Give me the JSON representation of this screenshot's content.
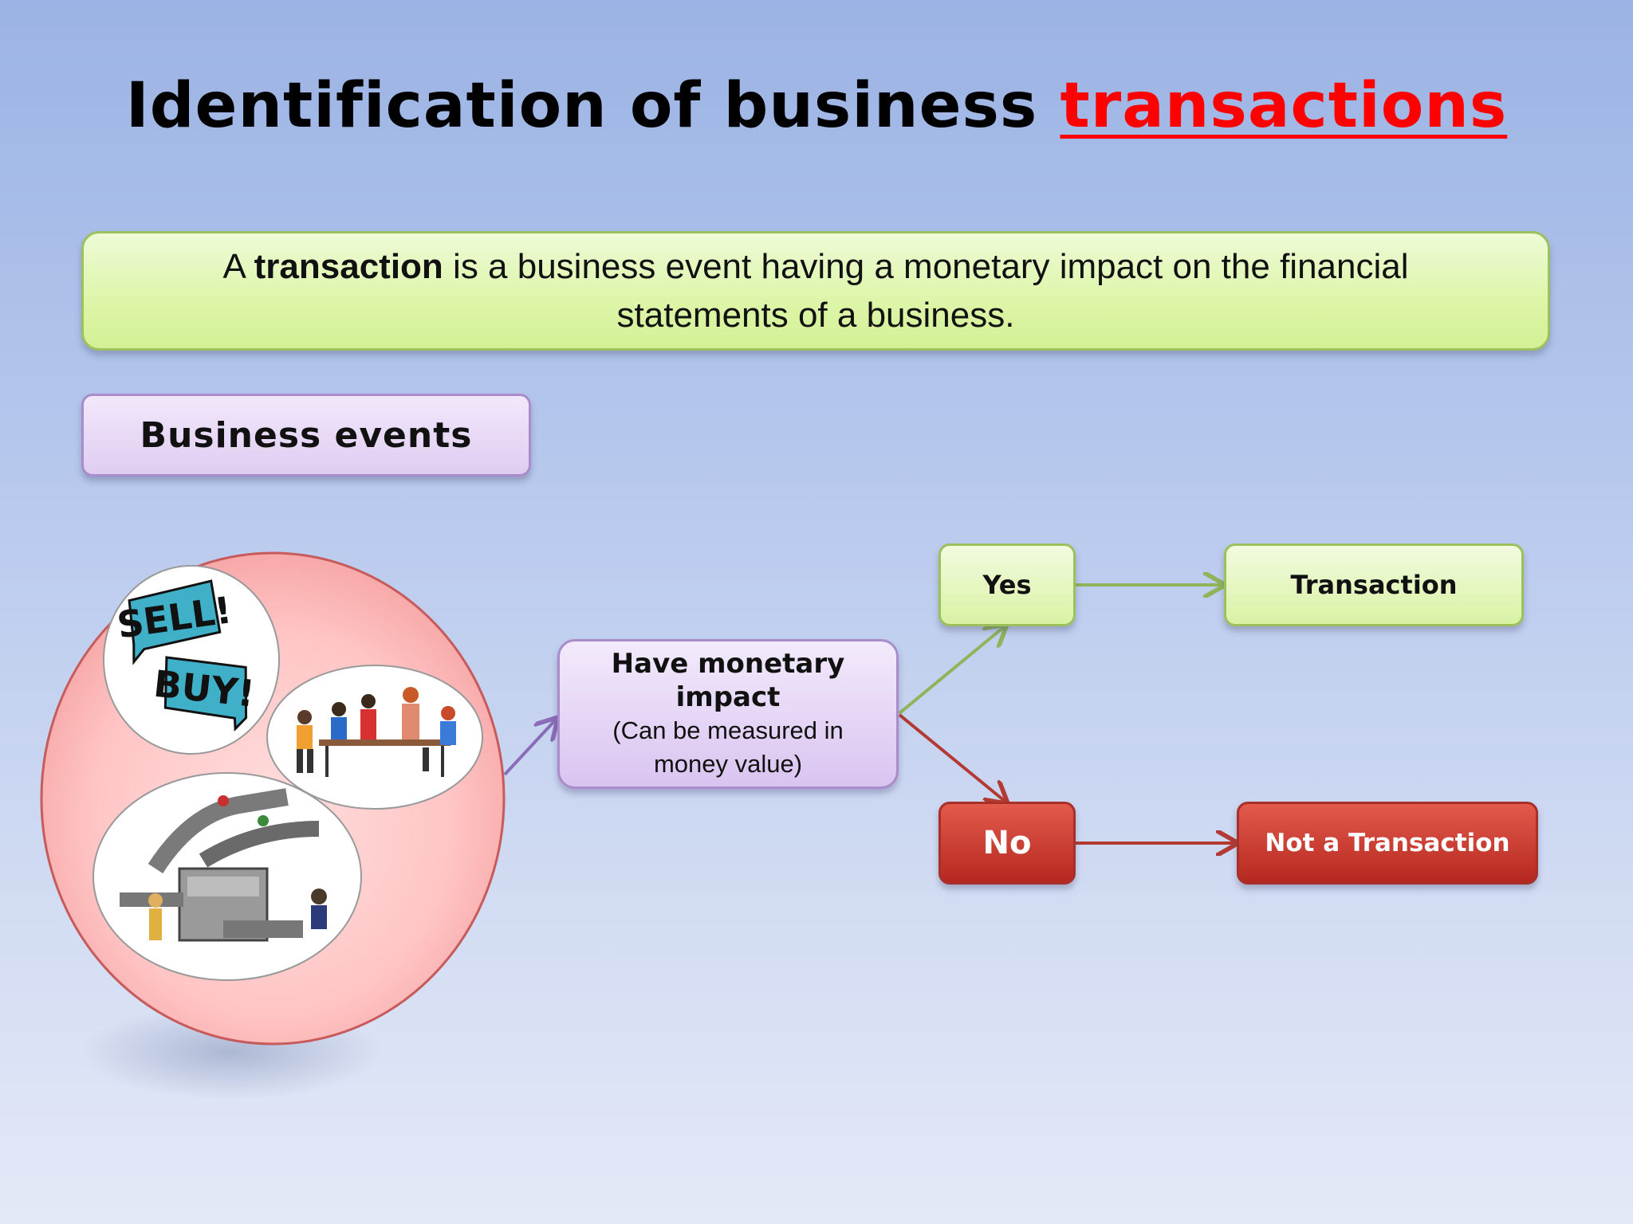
{
  "title": {
    "prefix": "Identification of business ",
    "highlight": "transactions"
  },
  "definition": {
    "pre": "A ",
    "bold": "transaction",
    "post": " is a business event having a monetary impact on the financial statements of a business."
  },
  "events_label": "Business events",
  "question": {
    "title": "Have monetary impact",
    "subtitle": "(Can be measured in money value)"
  },
  "yes_label": "Yes",
  "no_label": "No",
  "yes_result": "Transaction",
  "no_result": "Not a Transaction",
  "illustrations": {
    "sell": "SELL!",
    "buy": "BUY!"
  },
  "colors": {
    "title_highlight": "#ff0000",
    "yes_arrow": "#8fb45a",
    "no_arrow": "#b33a33",
    "events_arrow": "#8a6cb8"
  }
}
